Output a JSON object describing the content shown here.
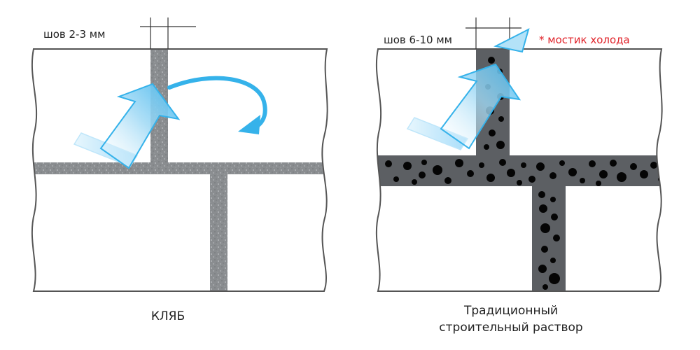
{
  "left": {
    "seam_label": "шов 2-3 мм",
    "caption": "КЛЯБ"
  },
  "right": {
    "seam_label": "шов 6-10 мм",
    "cold_bridge_label": "* мостик холода",
    "caption_line1": "Традиционный",
    "caption_line2": "строительный раствор"
  },
  "colors": {
    "arrow": "#35b2ea",
    "arrow_light": "#b9e4f8",
    "fine_mortar": "#8a8d90",
    "thick_mortar": "#5c5f63",
    "voids": "#050505",
    "brick_outline": "#555555",
    "accent_red": "#e0232a"
  }
}
